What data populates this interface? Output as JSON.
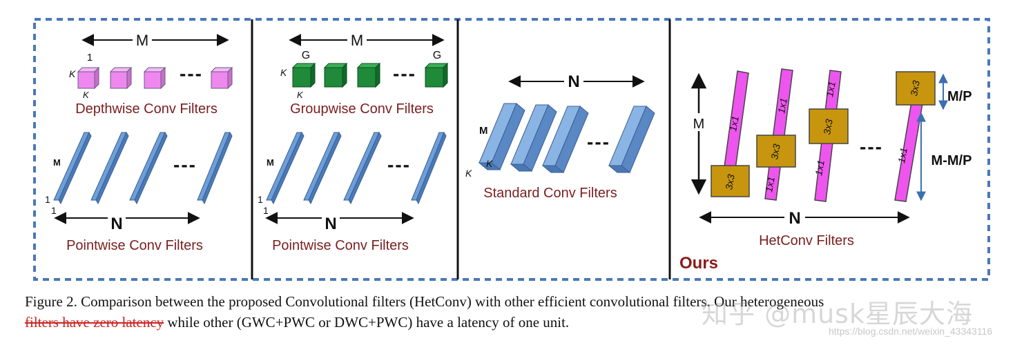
{
  "colors": {
    "border": "#4a78b8",
    "divider": "#111111",
    "label_red": "#7a1e1e",
    "ours_red": "#8b1a1a",
    "pink_cube": "#ee88ee",
    "green_cube": "#1f8a3a",
    "blue_filter": "#6f9fd8",
    "het_pink": "#ee55ee",
    "het_gold": "#c8960e"
  },
  "panels": {
    "depthwise": {
      "m_label": "M",
      "one_label": "1",
      "k_label": "K",
      "k_label2": "K",
      "top_title": "Depthwise Conv Filters",
      "pointwise_m": "M",
      "one_a": "1",
      "one_b": "1",
      "n_label": "N",
      "bottom_title": "Pointwise Conv Filters"
    },
    "groupwise": {
      "m_label": "M",
      "g_label_left": "G",
      "g_label_right": "G",
      "k_label": "K",
      "k_label2": "K",
      "top_title": "Groupwise Conv Filters",
      "pointwise_m": "M",
      "one_a": "1",
      "one_b": "1",
      "n_label": "N",
      "bottom_title": "Pointwise Conv Filters"
    },
    "standard": {
      "n_label": "N",
      "m_label": "M",
      "k_label": "K",
      "k_label2": "K",
      "title": "Standard Conv Filters"
    },
    "hetconv": {
      "m_label": "M",
      "n_label": "N",
      "mp_label": "M/P",
      "m_mp_label": "M-M/P",
      "kernel_3": "3x3",
      "kernel_1": "1x1",
      "title": "HetConv Filters",
      "ours": "Ours"
    },
    "ellipsis": "---"
  },
  "caption": {
    "main": "Figure 2. Comparison between the proposed Convolutional filters (HetConv) with other efficient convolutional filters. Our heterogeneous",
    "strike": "filters have zero latency",
    "rest": " while other (GWC+PWC or DWC+PWC) have a latency of one unit."
  },
  "watermark": {
    "text": "知乎 @musk星辰大海",
    "url": "https://blog.csdn.net/weixin_43343116"
  }
}
